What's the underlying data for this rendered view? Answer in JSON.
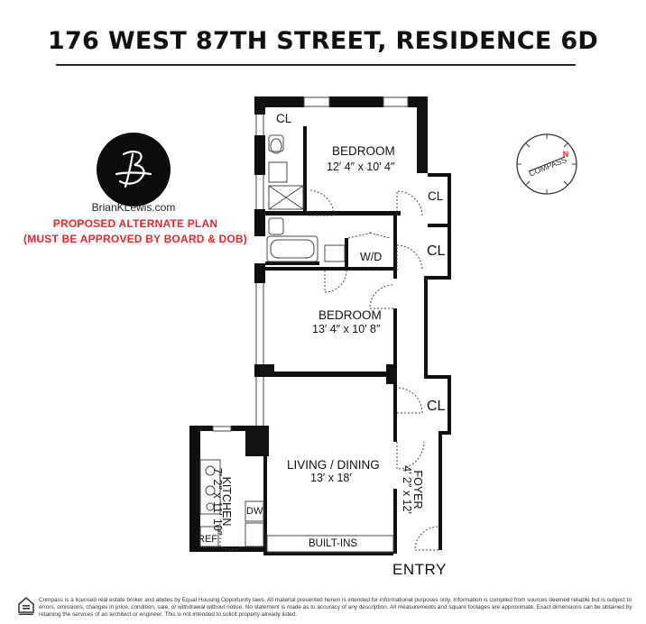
{
  "title": "176 WEST 87TH STREET, RESIDENCE 6D",
  "brand": {
    "url": "BrianKLewis.com",
    "logo_icon": "signature-logo-icon"
  },
  "notice": {
    "line1": "PROPOSED ALTERNATE PLAN",
    "line2": "(MUST BE APPROVED BY BOARD & DOB)",
    "color": "#e8262c"
  },
  "compass": {
    "label": "COMPASS",
    "north": "N",
    "north_color": "#e8262c"
  },
  "rooms": {
    "bedroom1": {
      "name": "BEDROOM",
      "dims": "12′ 4″ x 10′ 4″"
    },
    "bedroom2": {
      "name": "BEDROOM",
      "dims": "13′ 4″ x 10′ 8″"
    },
    "living": {
      "name": "LIVING / DINING",
      "dims": "13′ x 18′"
    },
    "kitchen": {
      "name": "KITCHEN",
      "dims": "7′ 2″ x 11′ 10″"
    },
    "foyer": {
      "name": "FOYER",
      "dims": "4′ 2″ x 12′"
    }
  },
  "labels": {
    "closet": "CL",
    "washer_dryer": "W/D",
    "dishwasher": "DW",
    "refrigerator": "REF",
    "built_ins": "BUILT-INS",
    "entry": "ENTRY"
  },
  "footer": {
    "disclaimer": "Compass is a licensed real estate broker and abides by Equal Housing Opportunity laws. All material presented herein is intended for informational purposes only. Information is compiled from sources deemed reliable but is subject to errors, omissions, changes in price, condition, sale, or withdrawal without notice. No statement is made as to accuracy of any description. All measurements and square footages are approximate. Exact dimensions can be obtained by retaining the services of an architect or engineer. This is not intended to solicit property already listed.",
    "eho_icon": "equal-housing-icon"
  }
}
